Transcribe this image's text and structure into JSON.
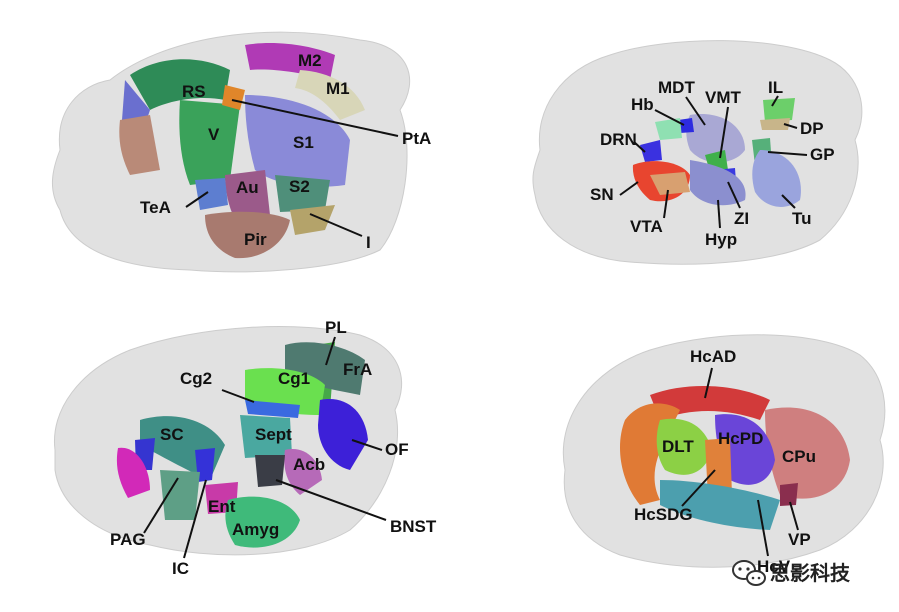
{
  "panels": {
    "cortex": {
      "labels": [
        "M2",
        "M1",
        "RS",
        "PtA",
        "V",
        "S1",
        "Au",
        "S2",
        "TeA",
        "Pir",
        "I"
      ]
    },
    "subcortex": {
      "labels": [
        "IL",
        "MDT",
        "VMT",
        "Hb",
        "DP",
        "DRN",
        "GP",
        "SN",
        "VTA",
        "ZI",
        "Tu",
        "Hyp"
      ]
    },
    "frontal_midbrain": {
      "labels": [
        "PL",
        "FrA",
        "Cg2",
        "Cg1",
        "SC",
        "Sept",
        "OF",
        "Acb",
        "BNST",
        "PAG",
        "Ent",
        "IC",
        "Amyg"
      ]
    },
    "hippocampal_striatal": {
      "labels": [
        "HcAD",
        "DLT",
        "HcPD",
        "CPu",
        "HcSDG",
        "VP",
        "HcV"
      ]
    }
  },
  "watermark": {
    "text": "思影科技",
    "icon": "wechat-icon"
  },
  "colors": {
    "brain_shell": "#dcdcdc",
    "text": "#111111"
  }
}
